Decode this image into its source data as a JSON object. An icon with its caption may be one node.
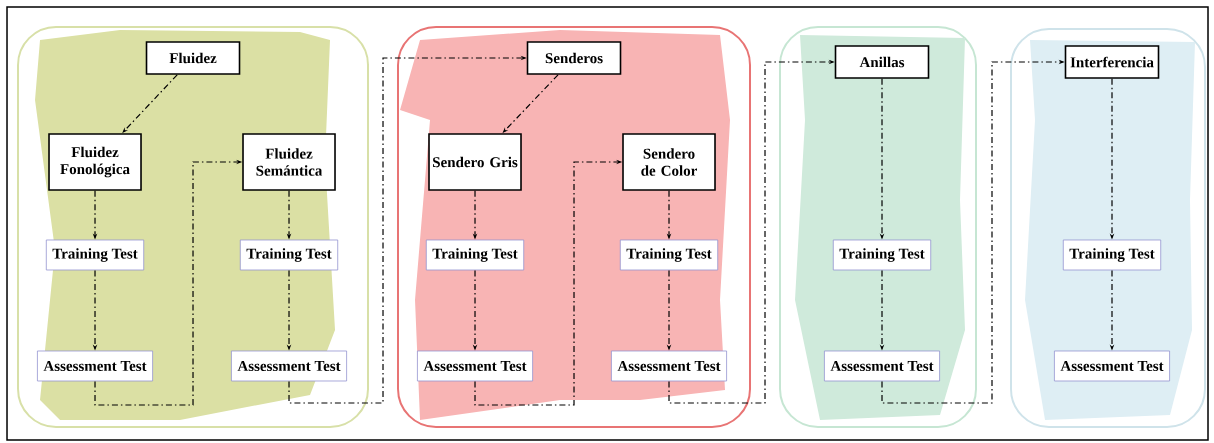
{
  "diagram": {
    "nodes": [
      {
        "text": [],
        "shape": "box"
      },
      {
        "text": [
          "Fluidez"
        ],
        "in": 0
      },
      {
        "text": [
          "Fluidez Fonológica"
        ],
        "in": 0
      },
      {
        "text": [
          "Training Test"
        ],
        "in": 0
      },
      {
        "text": [
          "Assessment Test"
        ],
        "in": 0
      },
      {
        "text": [
          "Fluidez Semántica"
        ],
        "in": 0
      },
      {
        "text": [
          "Training Test"
        ],
        "in": 0
      },
      {
        "text": [
          "Assessment Test"
        ],
        "in": 0
      },
      {
        "text": [],
        "shape": "box"
      },
      {
        "text": [
          "Senderos"
        ],
        "in": 8
      },
      {
        "text": [
          "Sendero Gris"
        ],
        "in": 8
      },
      {
        "text": [
          "Training Test"
        ],
        "in": 8
      },
      {
        "text": [
          "Assessment Test"
        ],
        "in": 8
      },
      {
        "text": [
          "Sendero de Color"
        ],
        "in": 8
      },
      {
        "text": [
          "Training Test"
        ],
        "in": 8
      },
      {
        "text": [
          "Assessment Test"
        ],
        "in": 8
      },
      {
        "text": [],
        "shape": "box"
      },
      {
        "text": [
          "Anillas"
        ],
        "in": 16
      },
      {
        "text": [
          "Training Test"
        ],
        "in": 16
      },
      {
        "text": [
          "Assessment Test"
        ],
        "in": 16
      },
      {
        "text": [],
        "shape": "box"
      },
      {
        "text": [
          "Interferencia"
        ],
        "in": 20
      },
      {
        "text": [
          "Training Test"
        ],
        "in": 20
      },
      {
        "text": [
          "Assessment Test"
        ],
        "in": 20
      }
    ],
    "edges": [
      {
        "from": 1,
        "to": 2,
        "arrow": "to",
        "style": "dashed"
      },
      {
        "from": 2,
        "to": 3,
        "arrow": "to",
        "style": "dashed"
      },
      {
        "from": 3,
        "to": 4,
        "arrow": "to",
        "style": "dashed"
      },
      {
        "from": 4,
        "to": 5,
        "arrow": "to",
        "style": "dashed"
      },
      {
        "from": 5,
        "to": 6,
        "arrow": "to",
        "style": "dashed"
      },
      {
        "from": 6,
        "to": 7,
        "arrow": "to",
        "style": "dashed"
      },
      {
        "from": 7,
        "to": 9,
        "arrow": "to",
        "style": "dashed"
      },
      {
        "from": 9,
        "to": 10,
        "arrow": "to",
        "style": "dashed"
      },
      {
        "from": 10,
        "to": 11,
        "arrow": "to",
        "style": "dashed"
      },
      {
        "from": 11,
        "to": 12,
        "arrow": "to",
        "style": "dashed"
      },
      {
        "from": 12,
        "to": 13,
        "arrow": "to",
        "style": "dashed"
      },
      {
        "from": 13,
        "to": 14,
        "arrow": "to",
        "style": "dashed"
      },
      {
        "from": 14,
        "to": 15,
        "arrow": "to",
        "style": "dashed"
      },
      {
        "from": 15,
        "to": 17,
        "arrow": "to",
        "style": "dashed"
      },
      {
        "from": 17,
        "to": 18,
        "arrow": "to",
        "style": "dashed"
      },
      {
        "from": 18,
        "to": 19,
        "arrow": "to",
        "style": "dashed"
      },
      {
        "from": 19,
        "to": 21,
        "arrow": "to",
        "style": "dashed"
      },
      {
        "from": 21,
        "to": 22,
        "arrow": "to",
        "style": "dashed"
      },
      {
        "from": 22,
        "to": 23,
        "arrow": "to",
        "style": "dashed"
      }
    ]
  }
}
